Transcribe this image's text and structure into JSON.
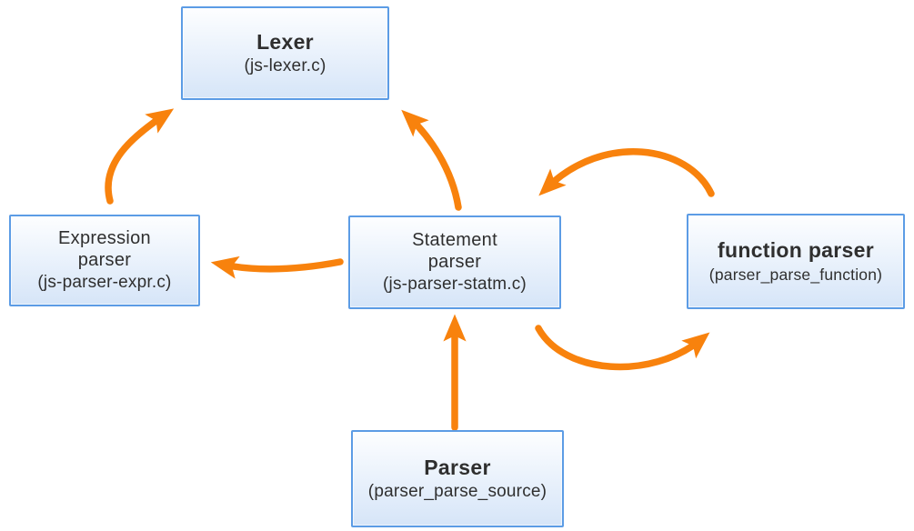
{
  "diagram": {
    "nodes": {
      "lexer": {
        "title": "Lexer",
        "subtitle": "(js-lexer.c)"
      },
      "expression_parser": {
        "title": "Expression\nparser",
        "subtitle": "(js-parser-expr.c)"
      },
      "statement_parser": {
        "title": "Statement\nparser",
        "subtitle": "(js-parser-statm.c)"
      },
      "function_parser": {
        "title": "function parser",
        "subtitle": "(parser_parse_function)"
      },
      "parser": {
        "title": "Parser",
        "subtitle": "(parser_parse_source)"
      }
    },
    "edges": [
      {
        "id": "expression-parser-to-lexer",
        "from": "expression_parser",
        "to": "lexer",
        "style": "curved"
      },
      {
        "id": "statement-parser-to-lexer",
        "from": "statement_parser",
        "to": "lexer",
        "style": "curved"
      },
      {
        "id": "statement-parser-to-expression-parser",
        "from": "statement_parser",
        "to": "expression_parser",
        "style": "curved"
      },
      {
        "id": "statement-parser-to-function-parser",
        "from": "statement_parser",
        "to": "function_parser",
        "style": "arc-bottom"
      },
      {
        "id": "function-parser-to-statement-parser",
        "from": "function_parser",
        "to": "statement_parser",
        "style": "arc-top"
      },
      {
        "id": "parser-to-statement-parser",
        "from": "parser",
        "to": "statement_parser",
        "style": "straight"
      }
    ]
  },
  "colors": {
    "arrow": "#F8820D",
    "node-border": "#5C9CE5",
    "node-fill-top": "#FDFEFF",
    "node-fill-bottom": "#D6E5F8",
    "text": "#2F2F2F",
    "canvas-bg": "#FFFFFF"
  }
}
